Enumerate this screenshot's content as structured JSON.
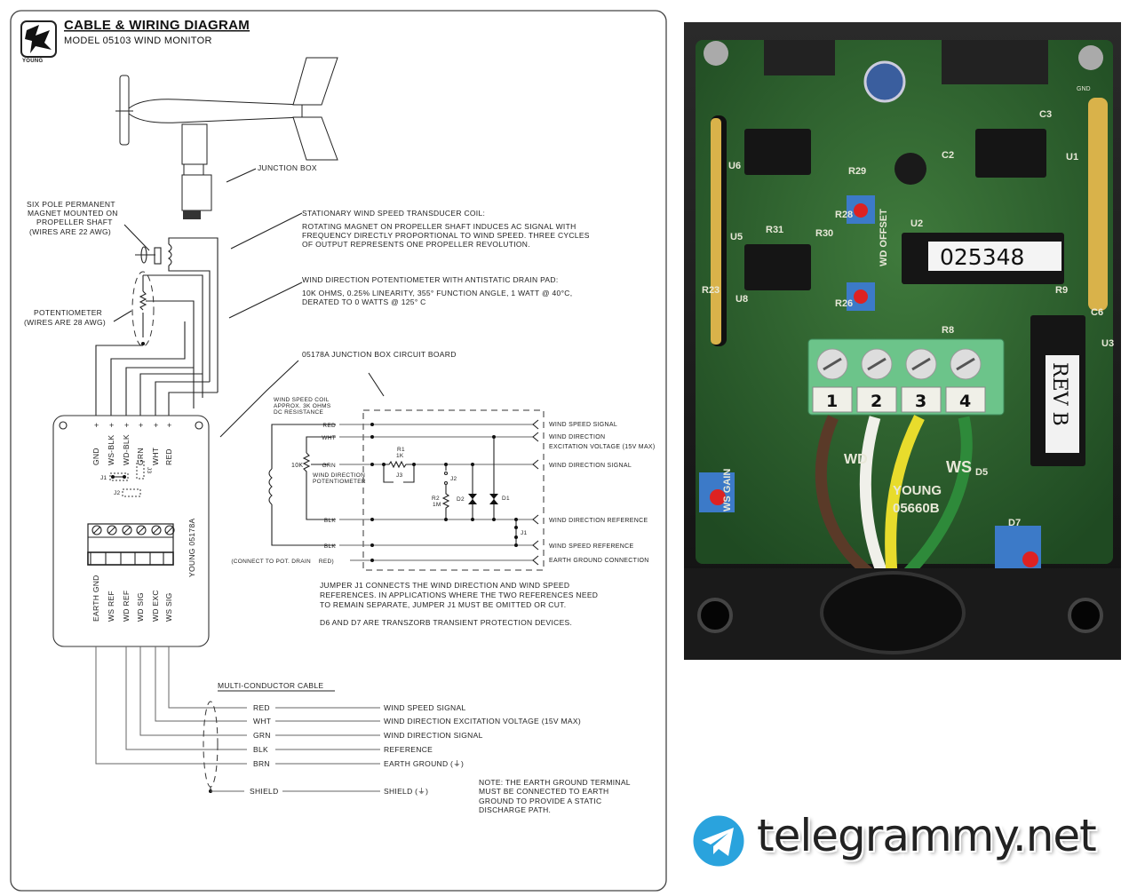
{
  "header": {
    "title": "CABLE & WIRING DIAGRAM",
    "model": "MODEL 05103  WIND MONITOR",
    "logo_text": "YOUNG"
  },
  "sensor_labels": {
    "junction_box": "JUNCTION BOX",
    "magnet": [
      "SIX POLE PERMANENT",
      "MAGNET MOUNTED ON",
      "PROPELLER SHAFT",
      "(WIRES ARE 22 AWG)"
    ],
    "potentiometer": [
      "POTENTIOMETER",
      "(WIRES ARE 28 AWG)"
    ],
    "coil_title": "STATIONARY WIND SPEED TRANSDUCER COIL:",
    "coil_desc": [
      "ROTATING MAGNET ON PROPELLER SHAFT INDUCES AC SIGNAL WITH",
      "FREQUENCY DIRECTLY PROPORTIONAL TO WIND SPEED.  THREE CYCLES",
      "OF OUTPUT REPRESENTS ONE PROPELLER REVOLUTION."
    ],
    "pot_title": "WIND DIRECTION POTENTIOMETER WITH ANTISTATIC DRAIN PAD:",
    "pot_desc": [
      "10K OHMS, 0.25% LINEARITY, 355° FUNCTION ANGLE, 1 WATT @ 40°C,",
      "DERATED TO 0 WATTS @ 125° C"
    ],
    "board_title": "05178A JUNCTION BOX CIRCUIT BOARD"
  },
  "board": {
    "top_pins": [
      "GND",
      "WS-BLK",
      "WD-BLK",
      "GRN",
      "WHT",
      "RED"
    ],
    "jumpers": [
      "J1",
      "J2",
      "J3"
    ],
    "bottom_terminals": [
      "EARTH GND",
      "WS REF",
      "WD REF",
      "WD SIG",
      "WD EXC",
      "WS SIG"
    ],
    "model_label": "YOUNG 05178A"
  },
  "schematic": {
    "coil_note": [
      "WIND SPEED COIL",
      "APPROX. 3K OHMS",
      "DC RESISTANCE"
    ],
    "wires": [
      "RED",
      "WHT",
      "GRN",
      "BLK",
      "BLK",
      "RED)"
    ],
    "pot_value": "10K",
    "pot_label": [
      "WIND DIRECTION",
      "POTENTIOMETER"
    ],
    "drain_note": "(CONNECT TO POT. DRAIN",
    "r1": [
      "R1",
      "1K"
    ],
    "r2": [
      "R2",
      "1M"
    ],
    "components": {
      "j1": "J1",
      "j2": "J2",
      "j3": "J3",
      "d1": "D1",
      "d2": "D2"
    },
    "outputs": [
      "WIND SPEED SIGNAL",
      "WIND DIRECTION",
      "EXCITATION VOLTAGE (15V MAX)",
      "WIND DIRECTION SIGNAL",
      "WIND DIRECTION REFERENCE",
      "WIND SPEED REFERENCE",
      "EARTH GROUND CONNECTION"
    ],
    "note_jumper": [
      "JUMPER J1 CONNECTS THE WIND DIRECTION AND WIND SPEED",
      "REFERENCES. IN APPLICATIONS WHERE THE TWO REFERENCES NEED",
      "TO REMAIN SEPARATE, JUMPER J1 MUST BE OMITTED OR CUT."
    ],
    "note_d": "D6 AND D7 ARE TRANSZORB TRANSIENT PROTECTION DEVICES."
  },
  "cable": {
    "title": "MULTI-CONDUCTOR CABLE",
    "rows": [
      {
        "color": "RED",
        "function": "WIND SPEED SIGNAL"
      },
      {
        "color": "WHT",
        "function": "WIND DIRECTION EXCITATION VOLTAGE (15V MAX)"
      },
      {
        "color": "GRN",
        "function": "WIND DIRECTION SIGNAL"
      },
      {
        "color": "BLK",
        "function": "REFERENCE"
      },
      {
        "color": "BRN",
        "function": "EARTH GROUND (⏚)"
      },
      {
        "color": "SHIELD",
        "function": "SHIELD (⏚)"
      }
    ],
    "note": [
      "NOTE:   THE EARTH GROUND TERMINAL",
      "MUST BE CONNECTED TO EARTH",
      "GROUND TO PROVIDE A STATIC",
      "DISCHARGE PATH."
    ]
  },
  "photo": {
    "serial_label": "025348",
    "rev_label": "REV B",
    "terminal_numbers": [
      "1",
      "2",
      "3",
      "4"
    ],
    "silkscreen": [
      "U6",
      "U5",
      "U2",
      "U1",
      "U3",
      "U8",
      "R23",
      "R26",
      "R28",
      "R29",
      "R30",
      "R31",
      "C2",
      "C3",
      "C6",
      "R8",
      "R9",
      "D5",
      "D7",
      "WD OFFSET",
      "WS GAIN",
      "YOUNG",
      "05660B",
      "WD",
      "WS",
      "GND"
    ]
  },
  "watermark": {
    "text": "telegrammy.net",
    "icon": "telegram-plane-icon",
    "icon_color": "#2aa3dd"
  }
}
